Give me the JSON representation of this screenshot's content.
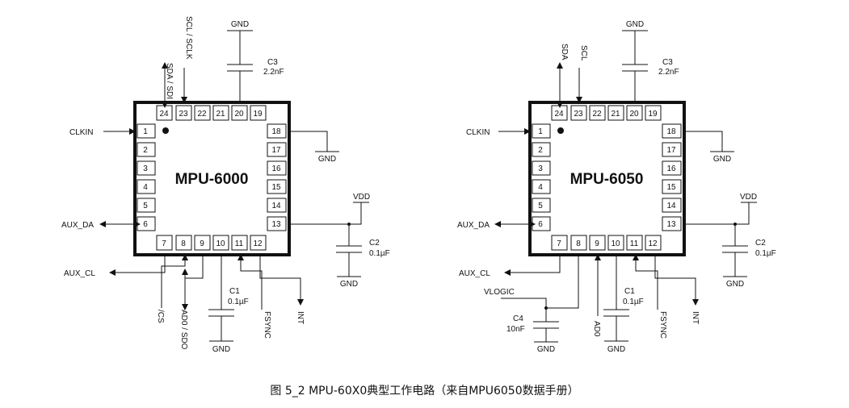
{
  "caption": "图 5_2 MPU-60X0典型工作电路（来自MPU6050数据手册）",
  "left": {
    "chip": "MPU-6000",
    "pins_top": [
      "24",
      "23",
      "22",
      "21",
      "20",
      "19"
    ],
    "pins_left": [
      "1",
      "2",
      "3",
      "4",
      "5",
      "6"
    ],
    "pins_right": [
      "18",
      "17",
      "16",
      "15",
      "14",
      "13"
    ],
    "pins_bottom": [
      "7",
      "8",
      "9",
      "10",
      "11",
      "12"
    ],
    "sda": "SDA / SDI",
    "scl": "SCL / SCLK",
    "gnd_top": "GND",
    "c3": "C3",
    "c3_val": "2.2nF",
    "clkin": "CLKIN",
    "gnd_right": "GND",
    "vdd": "VDD",
    "c2": "C2",
    "c2_val": "0.1µF",
    "gnd_c2": "GND",
    "aux_da": "AUX_DA",
    "aux_cl": "AUX_CL",
    "cs": "/CS",
    "ad0": "AD0 / SDO",
    "c1": "C1",
    "c1_val": "0.1µF",
    "gnd_c1": "GND",
    "fsync": "FSYNC",
    "int": "INT"
  },
  "right": {
    "chip": "MPU-6050",
    "pins_top": [
      "24",
      "23",
      "22",
      "21",
      "20",
      "19"
    ],
    "pins_left": [
      "1",
      "2",
      "3",
      "4",
      "5",
      "6"
    ],
    "pins_right": [
      "18",
      "17",
      "16",
      "15",
      "14",
      "13"
    ],
    "pins_bottom": [
      "7",
      "8",
      "9",
      "10",
      "11",
      "12"
    ],
    "sda": "SDA",
    "scl": "SCL",
    "gnd_top": "GND",
    "c3": "C3",
    "c3_val": "2.2nF",
    "clkin": "CLKIN",
    "gnd_right": "GND",
    "vdd": "VDD",
    "c2": "C2",
    "c2_val": "0.1µF",
    "gnd_c2": "GND",
    "aux_da": "AUX_DA",
    "aux_cl": "AUX_CL",
    "vlogic": "VLOGIC",
    "c4": "C4",
    "c4_val": "10nF",
    "gnd_c4": "GND",
    "ad0": "AD0",
    "c1": "C1",
    "c1_val": "0.1µF",
    "gnd_c1": "GND",
    "fsync": "FSYNC",
    "int": "INT"
  }
}
